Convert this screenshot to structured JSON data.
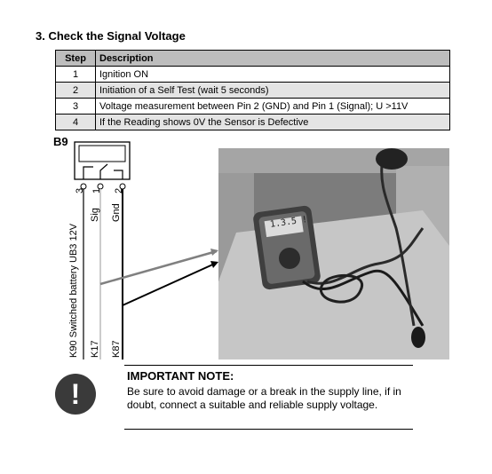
{
  "heading": "3. Check the Signal Voltage",
  "table": {
    "headers": [
      "Step",
      "Description"
    ],
    "rows": [
      {
        "step": "1",
        "description": "Ignition ON"
      },
      {
        "step": "2",
        "description": "Initiation of a Self Test (wait 5 seconds)"
      },
      {
        "step": "3",
        "description": "Voltage measurement between Pin 2 (GND) and Pin 1 (Signal); U >11V"
      },
      {
        "step": "4",
        "description": "If the Reading shows 0V the Sensor is Defective"
      }
    ]
  },
  "diagram": {
    "component_label": "B9",
    "pin_labels": [
      "3",
      "1",
      "2"
    ],
    "wire_labels": {
      "supply": "K90 Switched battery UB3 12V",
      "signal": "Sig",
      "ground": "Gnd",
      "k17": "K17",
      "k87": "K87"
    }
  },
  "photo": {
    "meter_reading": "1.3.5 !"
  },
  "note": {
    "title": "IMPORTANT NOTE:",
    "body": "Be sure to avoid damage or a break in the supply line, if in doubt, connect a suitable and reliable supply voltage."
  },
  "colors": {
    "table_header_bg": "#bdbdbd",
    "table_alt_row_bg": "#e4e4e4",
    "icon_bg": "#3a3a3a"
  }
}
